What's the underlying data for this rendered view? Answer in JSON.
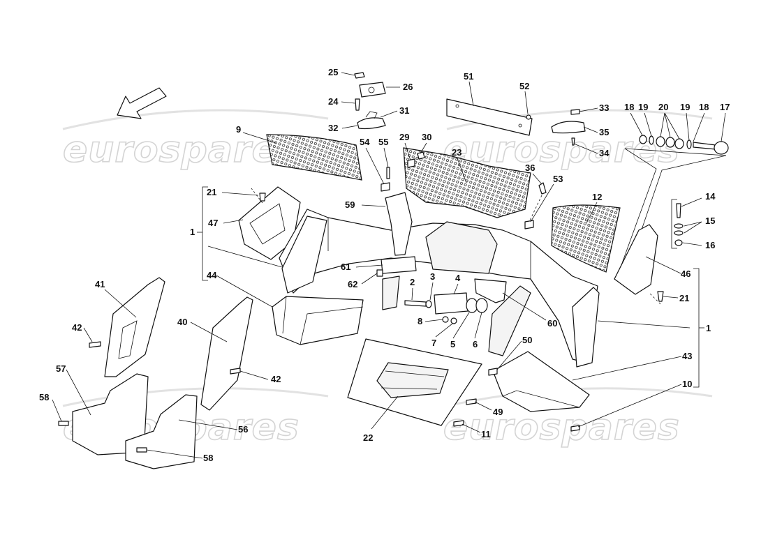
{
  "watermark": "eurospares",
  "callouts": [
    {
      "id": "c25",
      "text": "25"
    },
    {
      "id": "c26",
      "text": "26"
    },
    {
      "id": "c24",
      "text": "24"
    },
    {
      "id": "c31",
      "text": "31"
    },
    {
      "id": "c32",
      "text": "32"
    },
    {
      "id": "c51",
      "text": "51"
    },
    {
      "id": "c52",
      "text": "52"
    },
    {
      "id": "c33",
      "text": "33"
    },
    {
      "id": "c35",
      "text": "35"
    },
    {
      "id": "c34",
      "text": "34"
    },
    {
      "id": "c18a",
      "text": "18"
    },
    {
      "id": "c19a",
      "text": "19"
    },
    {
      "id": "c20",
      "text": "20"
    },
    {
      "id": "c19b",
      "text": "19"
    },
    {
      "id": "c18b",
      "text": "18"
    },
    {
      "id": "c17",
      "text": "17"
    },
    {
      "id": "c9",
      "text": "9"
    },
    {
      "id": "c54",
      "text": "54"
    },
    {
      "id": "c55",
      "text": "55"
    },
    {
      "id": "c29",
      "text": "29"
    },
    {
      "id": "c30",
      "text": "30"
    },
    {
      "id": "c23",
      "text": "23"
    },
    {
      "id": "c36",
      "text": "36"
    },
    {
      "id": "c53",
      "text": "53"
    },
    {
      "id": "c12",
      "text": "12"
    },
    {
      "id": "c14",
      "text": "14"
    },
    {
      "id": "c15",
      "text": "15"
    },
    {
      "id": "c16",
      "text": "16"
    },
    {
      "id": "c21a",
      "text": "21"
    },
    {
      "id": "c47",
      "text": "47"
    },
    {
      "id": "c1a",
      "text": "1"
    },
    {
      "id": "c59",
      "text": "59"
    },
    {
      "id": "c61",
      "text": "61"
    },
    {
      "id": "c62",
      "text": "62"
    },
    {
      "id": "c44",
      "text": "44"
    },
    {
      "id": "c2",
      "text": "2"
    },
    {
      "id": "c3",
      "text": "3"
    },
    {
      "id": "c4",
      "text": "4"
    },
    {
      "id": "c8",
      "text": "8"
    },
    {
      "id": "c7",
      "text": "7"
    },
    {
      "id": "c5",
      "text": "5"
    },
    {
      "id": "c6",
      "text": "6"
    },
    {
      "id": "c60",
      "text": "60"
    },
    {
      "id": "c46",
      "text": "46"
    },
    {
      "id": "c21b",
      "text": "21"
    },
    {
      "id": "c1b",
      "text": "1"
    },
    {
      "id": "c41",
      "text": "41"
    },
    {
      "id": "c42a",
      "text": "42"
    },
    {
      "id": "c40",
      "text": "40"
    },
    {
      "id": "c42b",
      "text": "42"
    },
    {
      "id": "c57",
      "text": "57"
    },
    {
      "id": "c58a",
      "text": "58"
    },
    {
      "id": "c56",
      "text": "56"
    },
    {
      "id": "c58b",
      "text": "58"
    },
    {
      "id": "c22",
      "text": "22"
    },
    {
      "id": "c50",
      "text": "50"
    },
    {
      "id": "c43",
      "text": "43"
    },
    {
      "id": "c10",
      "text": "10"
    },
    {
      "id": "c49",
      "text": "49"
    },
    {
      "id": "c11",
      "text": "11"
    }
  ]
}
